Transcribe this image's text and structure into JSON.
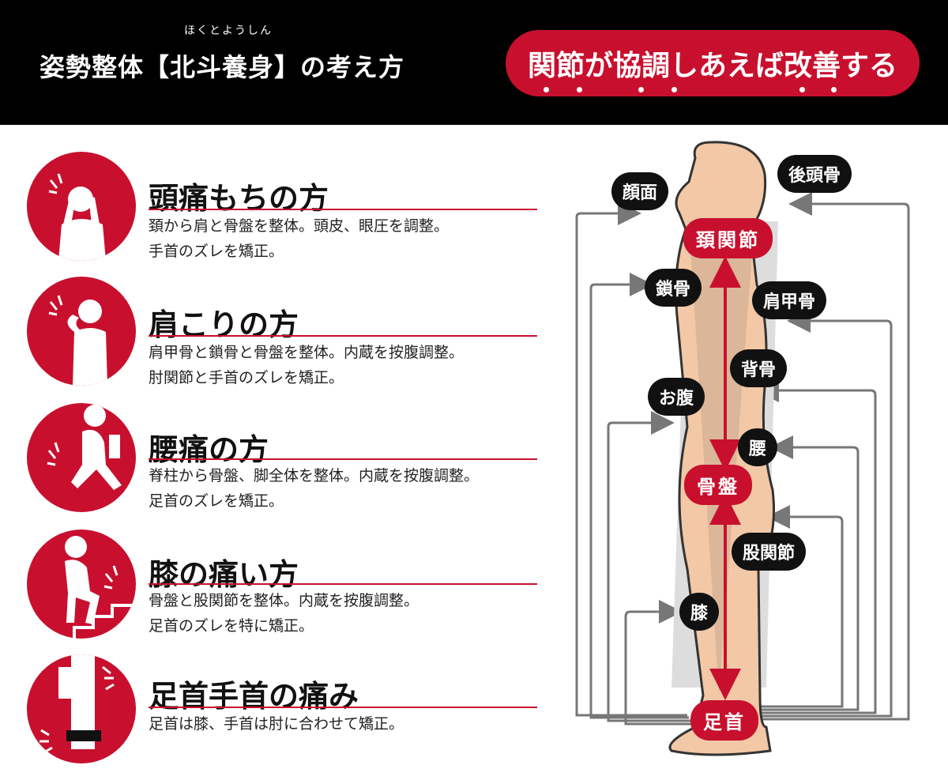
{
  "header": {
    "ruby": "ほくとようしん",
    "title": "姿勢整体【北斗養身】の考え方",
    "slogan": "関節が協調しあえば改善する"
  },
  "items": [
    {
      "title": "頭痛もちの方",
      "lines": [
        "頚から肩と骨盤を整体。頭皮、眼圧を調整。",
        "手首のズレを矯正。"
      ]
    },
    {
      "title": "肩こりの方",
      "lines": [
        "肩甲骨と鎖骨と骨盤を整体。内蔵を按腹調整。",
        "肘関節と手首のズレを矯正。"
      ]
    },
    {
      "title": "腰痛の方",
      "lines": [
        "脊柱から骨盤、脚全体を整体。内蔵を按腹調整。",
        "足首のズレを矯正。"
      ]
    },
    {
      "title": "膝の痛い方",
      "lines": [
        "骨盤と股関節を整体。内蔵を按腹調整。",
        "足首のズレを特に矯正。"
      ]
    },
    {
      "title": "足首手首の痛み",
      "lines": [
        "足首は膝、手首は肘に合わせて矯正。"
      ]
    }
  ],
  "diagram": {
    "labels": {
      "face": "顔面",
      "occipital": "後頭骨",
      "neck_joint": "頚関節",
      "clavicle": "鎖骨",
      "scapula": "肩甲骨",
      "back_bone": "背骨",
      "belly": "お腹",
      "waist": "腰",
      "pelvis": "骨盤",
      "hip_joint": "股関節",
      "knee": "膝",
      "ankle": "足首"
    },
    "colors": {
      "accent": "#c8102e",
      "skin": "#f2c8a6",
      "arrow": "#777777"
    }
  }
}
